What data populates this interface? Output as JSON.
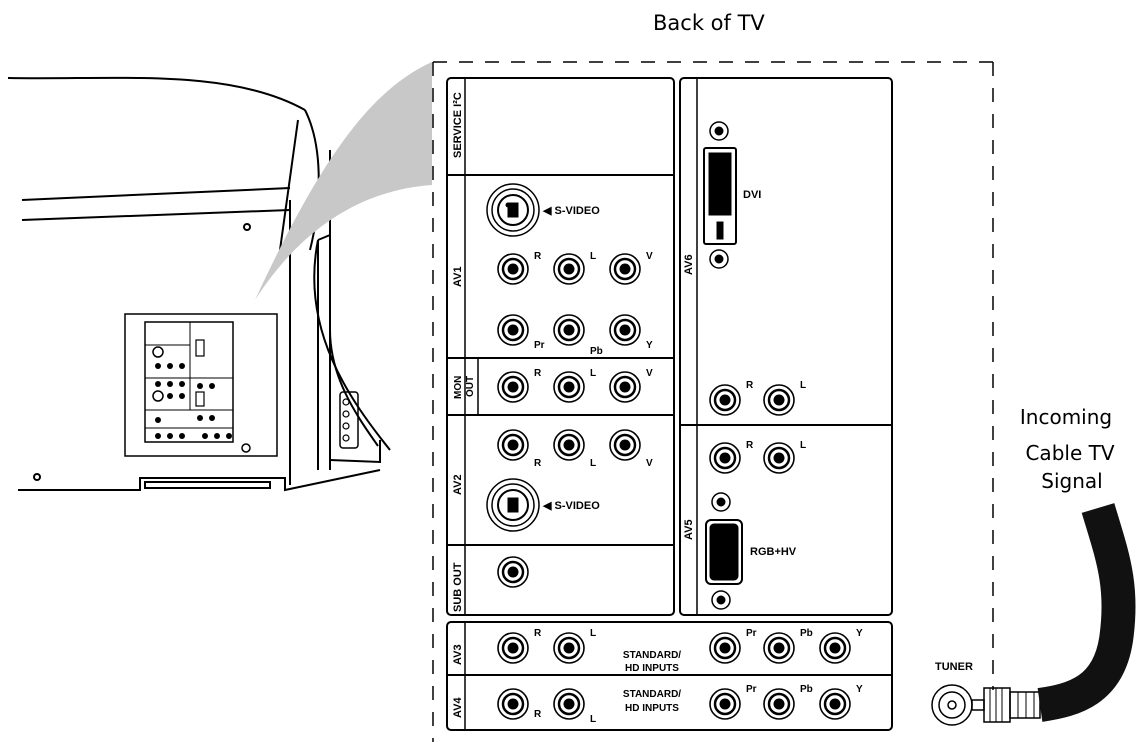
{
  "title": "Back of TV",
  "callout": {
    "lines": [
      "Incoming",
      "Cable TV",
      "Signal"
    ]
  },
  "tuner_label": "TUNER",
  "panel": {
    "service": "SERVICE I²C",
    "av1": "AV1",
    "mon_out": [
      "MON",
      "OUT"
    ],
    "av2": "AV2",
    "sub_out": "SUB OUT",
    "av6": "AV6",
    "av5": "AV5",
    "av3": "AV3",
    "av4": "AV4",
    "svideo": "◀ S-VIDEO",
    "dvi": "DVI",
    "rgbhv": "RGB+HV",
    "r": "R",
    "l": "L",
    "v": "V",
    "pr": "Pr",
    "pb": "Pb",
    "y": "Y",
    "std_hd": [
      "STANDARD/",
      "HD INPUTS"
    ]
  },
  "colors": {
    "line": "#000000",
    "zoom_cone": "#c8c8c8",
    "cable": "#111111"
  }
}
